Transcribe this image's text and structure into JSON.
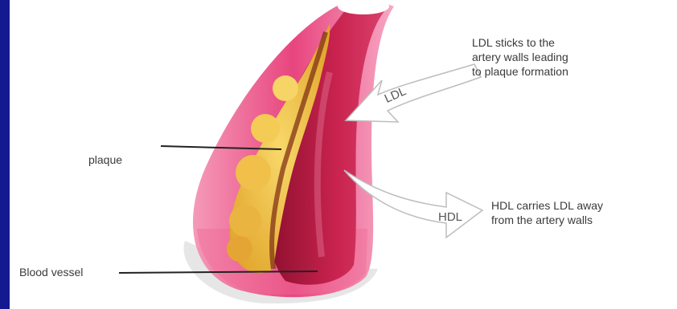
{
  "labels": {
    "plaque": "plaque",
    "blood_vessel": "Blood vessel",
    "ldl_note": "LDL sticks to the\nartery walls leading\nto plaque formation",
    "hdl_note": "HDL carries LDL away\nfrom the artery walls"
  },
  "arrows": {
    "ldl": "LDL",
    "hdl": "HDL"
  },
  "colors": {
    "background": "#1a1f9c",
    "panel": "#ffffff",
    "vessel_wall": "#e8457e",
    "vessel_inner": "#c4204f",
    "plaque": "#f1c548",
    "text": "#3a3a3a"
  }
}
